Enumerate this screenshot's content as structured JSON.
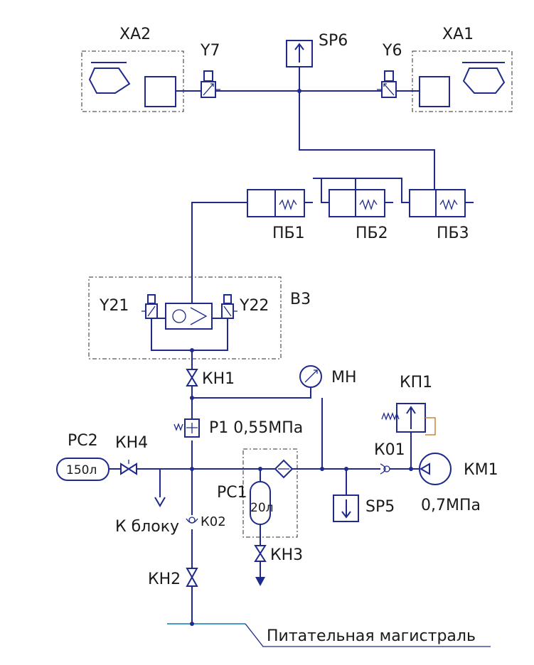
{
  "labels": {
    "xa2": "XA2",
    "xa1": "XA1",
    "y7": "Y7",
    "y6": "Y6",
    "sp6": "SP6",
    "pb1": "ПБ1",
    "pb2": "ПБ2",
    "pb3": "ПБ3",
    "y21": "Y21",
    "y22": "Y22",
    "v3": "В3",
    "kn1": "КН1",
    "mn": "МН",
    "kp1": "КП1",
    "p1": "Р1 0,55МПа",
    "rs2": "РС2",
    "kn4": "КН4",
    "rs2_volume": "150л",
    "k01": "К01",
    "km1": "КМ1",
    "km1_pressure": "0,7МПа",
    "rs1": "РС1",
    "rs1_volume": "20л",
    "sp5": "SP5",
    "to_block": "К блоку",
    "k02": "К02",
    "kn3": "КН3",
    "kn2": "КН2",
    "supply_line": "Питательная магистраль"
  },
  "colors": {
    "line": "#1f2a8c",
    "frame": "#2b2b2b",
    "supply": "#2a8fbf",
    "kp1_return": "#c8863a"
  }
}
